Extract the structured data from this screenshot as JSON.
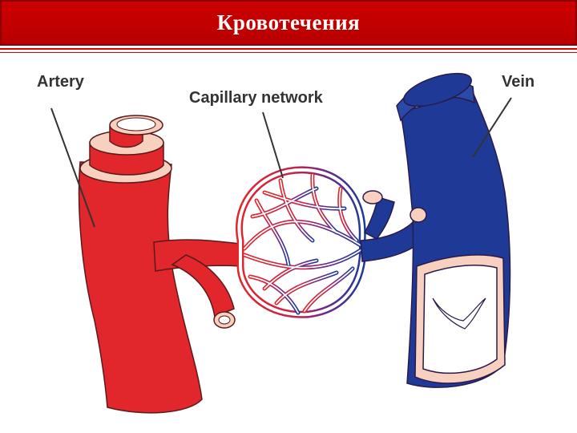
{
  "slide": {
    "title": "Кровотечения"
  },
  "diagram": {
    "labels": {
      "artery": "Artery",
      "capillary": "Capillary network",
      "vein": "Vein"
    },
    "colors": {
      "artery": "#e1262c",
      "vein": "#1f3a96",
      "lumen": "#f7d0bf",
      "outline": "#5a1a1a",
      "title_bar": "#c40000"
    }
  }
}
